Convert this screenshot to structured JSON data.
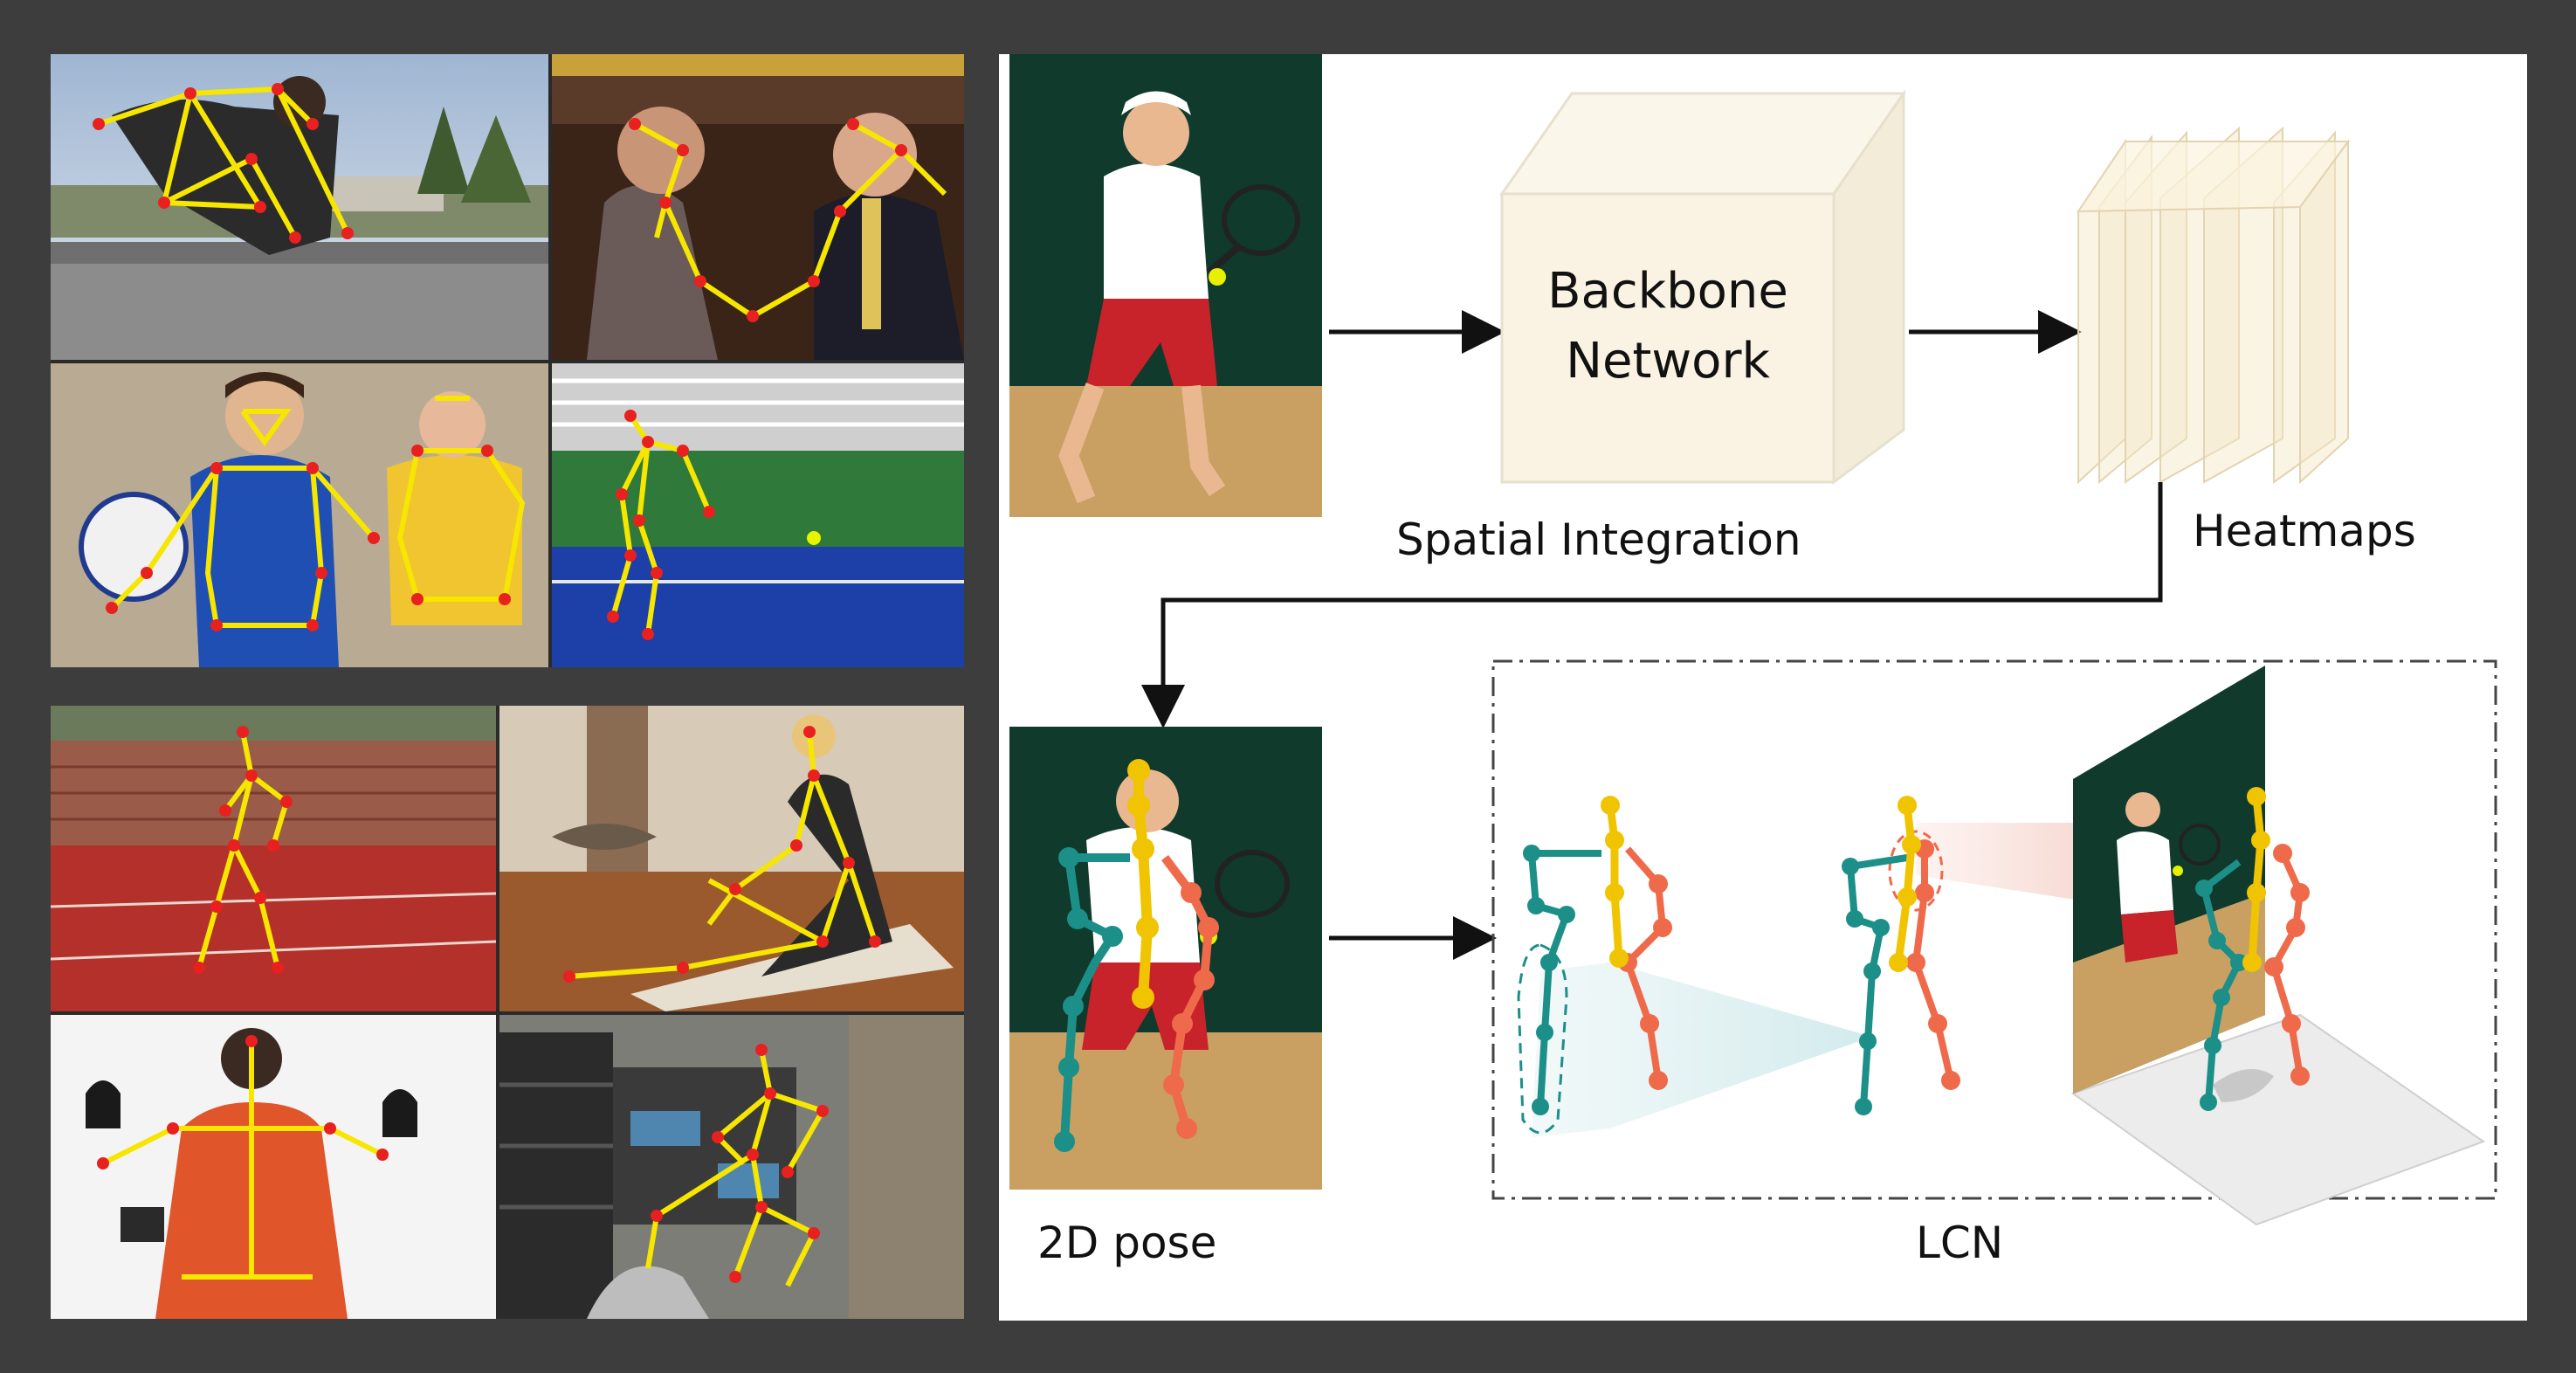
{
  "pipeline": {
    "backbone": {
      "line1": "Backbone",
      "line2": "Network"
    },
    "spatial_integration_label": "Spatial Integration",
    "heatmaps_label": "Heatmaps",
    "pose2d_label": "2D pose",
    "lcn_label": "LCN"
  },
  "colors": {
    "frame": "#3d3d3d",
    "box_fill": "#faf3e3",
    "box_edge": "#e3dcc8",
    "skeleton_yellow": "#f4d200",
    "joint_red": "#e82020",
    "lcn_teal": "#1b8f88",
    "lcn_orange": "#ef6a4a",
    "lcn_yellow": "#f0c400"
  },
  "gallery": {
    "top_photos": [
      "skateboarder-photo",
      "handshake-photo",
      "soccer-photo",
      "tennis-court-photo"
    ],
    "bottom_photos": [
      "runner-photo",
      "yoga-photo",
      "skier-photo",
      "garage-photo"
    ]
  }
}
